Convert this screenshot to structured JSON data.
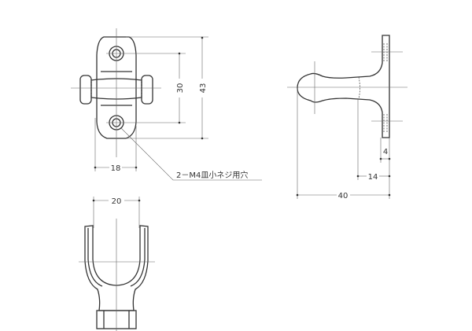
{
  "front_view": {
    "dim_hole_pitch": "30",
    "dim_height": "43",
    "dim_width": "18",
    "note": "2－M4皿小ネジ用穴"
  },
  "side_view": {
    "dim_flange": "4",
    "dim_neck": "14",
    "dim_length": "40"
  },
  "bottom_view": {
    "dim_width": "20"
  },
  "colors": {
    "line": "#333333",
    "background": "#ffffff"
  }
}
